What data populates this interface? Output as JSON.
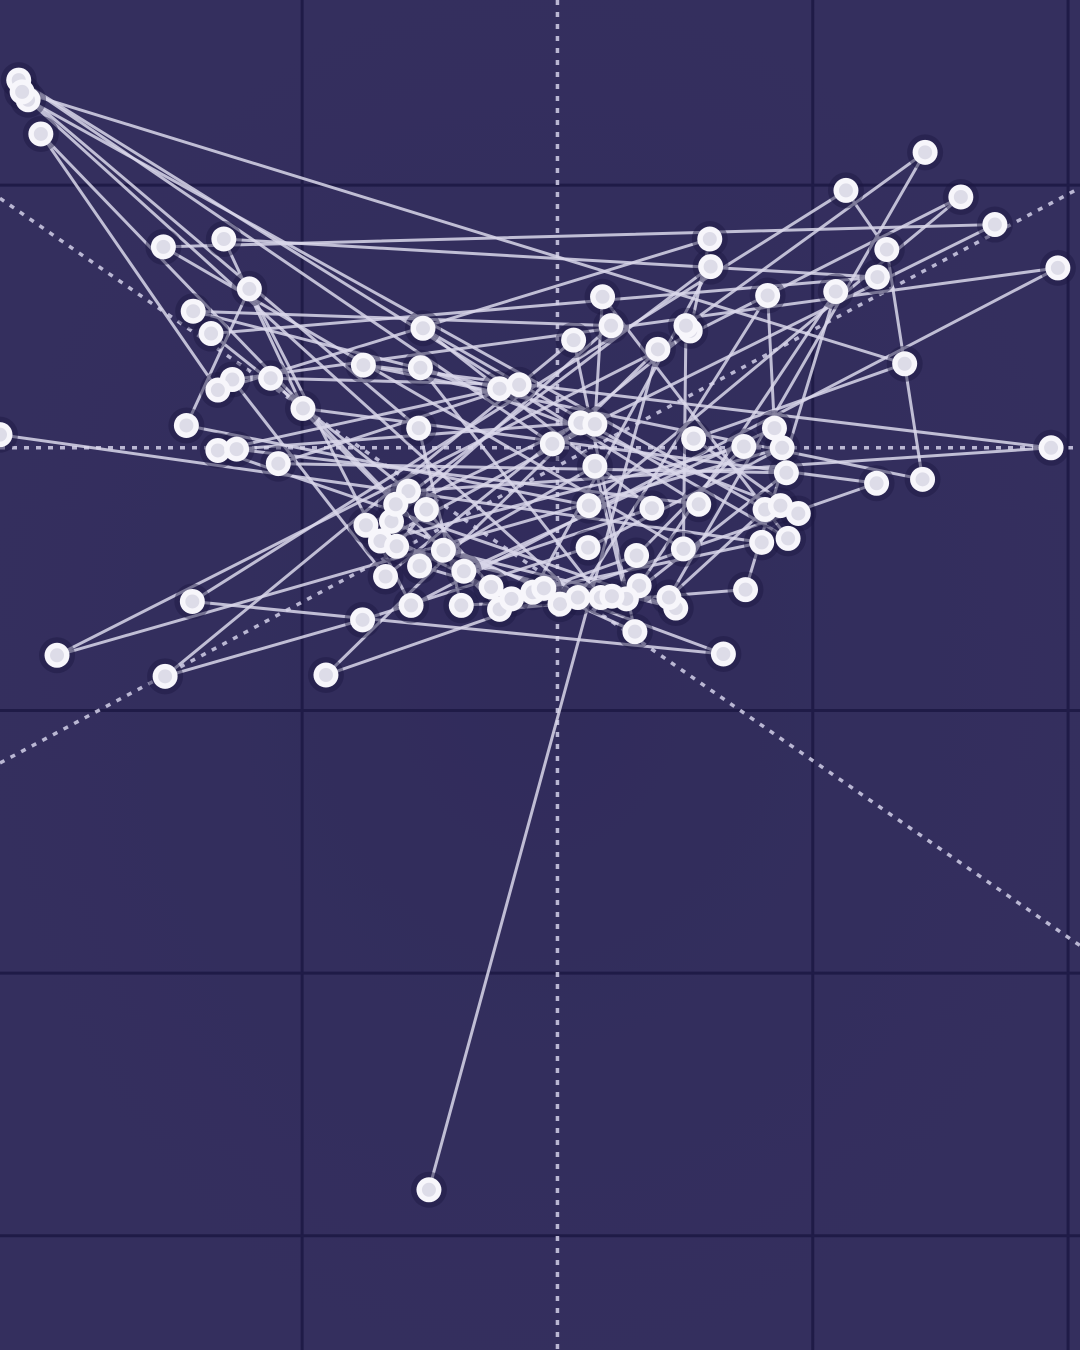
{
  "chart_data": {
    "type": "scatter",
    "title": "",
    "xlabel": "",
    "ylabel": "",
    "grid": true,
    "connected_path": true,
    "colors": {
      "background": "#342f5e",
      "grid": "#1f1b47",
      "marker": "#f7f6fb",
      "line": "#d9d7ea",
      "axis": "#c9c6e0"
    },
    "xlim": [
      -6.55,
      6.14
    ],
    "ylim": [
      -6.87,
      3.41
    ],
    "points": [
      [
        -1.51,
        -5.65
      ],
      [
        1.18,
        0.75
      ],
      [
        -2.72,
        -1.73
      ],
      [
        3.75,
        -0.27
      ],
      [
        -2.99,
        0.3
      ],
      [
        -3.92,
        1.59
      ],
      [
        3.76,
        1.3
      ],
      [
        -4.07,
        0.87
      ],
      [
        -1.75,
        -0.33
      ],
      [
        5.8,
        0.0
      ],
      [
        -2.28,
        0.63
      ],
      [
        4.29,
        -0.24
      ],
      [
        3.87,
        1.51
      ],
      [
        3.39,
        1.96
      ],
      [
        -4.29,
        -1.17
      ],
      [
        1.95,
        -1.57
      ],
      [
        -1.34,
        -0.78
      ],
      [
        1.39,
        -1.22
      ],
      [
        -3.99,
        -0.02
      ],
      [
        -0.68,
        0.45
      ],
      [
        -4.28,
        1.04
      ],
      [
        0.63,
        0.93
      ],
      [
        -1.95,
        -0.56
      ],
      [
        0.91,
        -1.4
      ],
      [
        0.19,
        0.82
      ],
      [
        -4.61,
        -1.74
      ],
      [
        -2.29,
        -1.31
      ],
      [
        0.36,
        -0.76
      ],
      [
        2.64,
        0.0
      ],
      [
        -5.88,
        -1.58
      ],
      [
        4.74,
        1.91
      ],
      [
        0.37,
        -0.44
      ],
      [
        -4.36,
        0.17
      ],
      [
        -3.62,
        1.21
      ],
      [
        -1.72,
        -1.2
      ],
      [
        5.88,
        1.37
      ],
      [
        -3.82,
        0.52
      ],
      [
        -2.02,
        -0.98
      ],
      [
        1.56,
        0.89
      ],
      [
        1.79,
        1.59
      ],
      [
        -3.99,
        0.44
      ],
      [
        -6.07,
        2.39
      ],
      [
        -0.68,
        -1.23
      ],
      [
        0.03,
        -1.19
      ],
      [
        2.21,
        -1.08
      ],
      [
        3.27,
        1.19
      ],
      [
        0.96,
        -1.05
      ],
      [
        -0.54,
        -1.15
      ],
      [
        -2.25,
        -0.59
      ],
      [
        0.27,
        0.19
      ],
      [
        -3.77,
        -0.01
      ],
      [
        1.66,
        -0.43
      ],
      [
        -6.33,
        2.8
      ],
      [
        -0.06,
        0.03
      ],
      [
        5.14,
        1.7
      ],
      [
        -4.63,
        1.53
      ],
      [
        1.48,
        -0.77
      ],
      [
        1.51,
        0.93
      ],
      [
        4.32,
        2.25
      ],
      [
        1.31,
        -1.14
      ],
      [
        2.44,
        -0.47
      ],
      [
        -6.22,
        2.65
      ],
      [
        0.24,
        -1.14
      ],
      [
        2.47,
        1.16
      ],
      [
        2.55,
        0.15
      ],
      [
        -1.1,
        -0.94
      ],
      [
        1.11,
        -0.46
      ],
      [
        -1.58,
        0.91
      ],
      [
        2.71,
        -0.69
      ],
      [
        0.53,
        1.15
      ],
      [
        0.44,
        0.18
      ],
      [
        -2.08,
        -0.71
      ],
      [
        2.19,
        0.01
      ],
      [
        0.93,
        -0.82
      ],
      [
        -0.29,
        -1.1
      ],
      [
        1.8,
        1.38
      ],
      [
        -1.9,
        -0.43
      ],
      [
        -3.37,
        0.53
      ],
      [
        -0.45,
        0.48
      ],
      [
        -3.28,
        -0.12
      ],
      [
        2.69,
        -0.19
      ],
      [
        0.81,
        -1.15
      ],
      [
        0.44,
        -0.14
      ],
      [
        -1.62,
        -0.9
      ],
      [
        -0.78,
        -1.06
      ],
      [
        -1.54,
        -0.47
      ],
      [
        -1.89,
        -0.75
      ],
      [
        0.51,
        -1.14
      ],
      [
        -1.61,
        0.61
      ],
      [
        2.62,
        -0.44
      ],
      [
        2.83,
        -0.5
      ],
      [
        1.6,
        0.07
      ],
      [
        4.08,
        0.64
      ],
      [
        -6.29,
        2.71
      ],
      [
        -1.63,
        0.15
      ],
      [
        -1.13,
        -1.2
      ],
      [
        0.64,
        -1.13
      ],
      [
        -0.16,
        -1.07
      ],
      [
        2.4,
        -0.72
      ],
      [
        -6.55,
        0.1
      ]
    ],
    "reference_lines": {
      "horizontal_y": 0,
      "vertical_x": 0,
      "diagonals": [
        {
          "p1": [
            -6.55,
            -2.4
          ],
          "p2": [
            6.14,
            1.98
          ]
        },
        {
          "p1": [
            -6.55,
            1.9
          ],
          "p2": [
            6.14,
            -3.79
          ]
        }
      ]
    },
    "grid_x": [
      -3.0,
      3.0,
      6.0
    ],
    "grid_y": [
      -6.0,
      -4.0,
      -2.0,
      2.0
    ]
  }
}
